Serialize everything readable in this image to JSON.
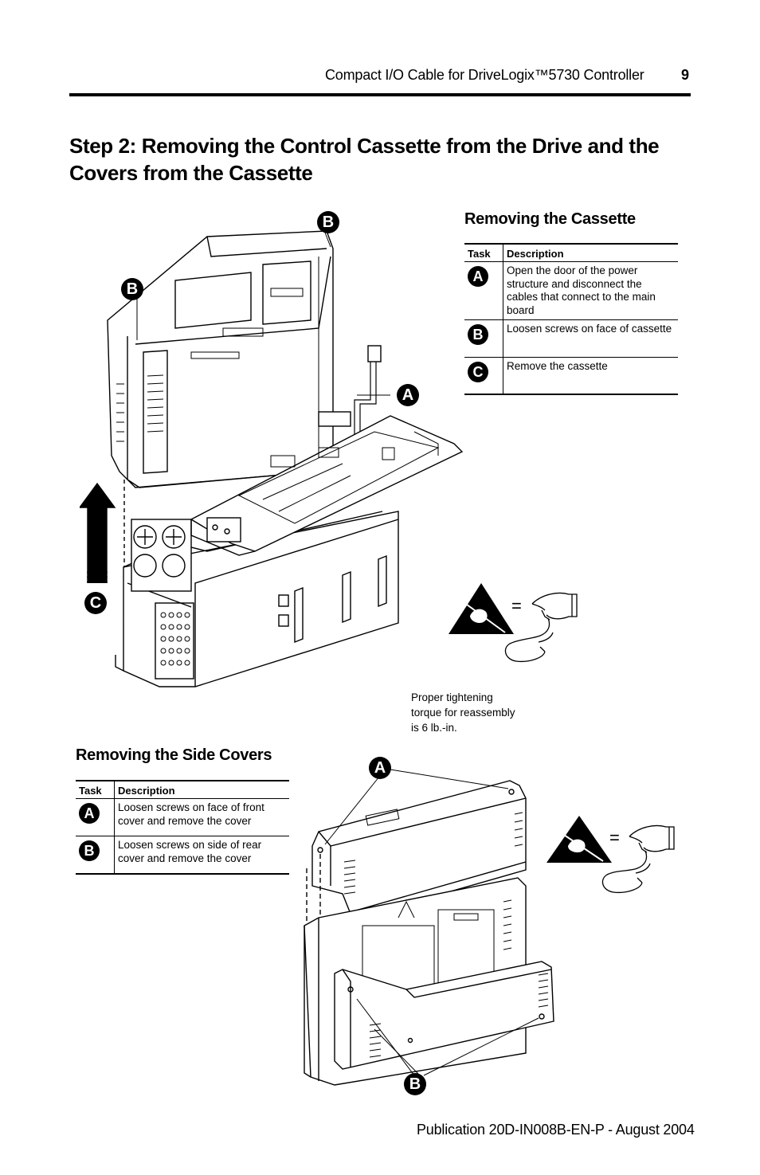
{
  "header": {
    "title": "Compact I/O Cable for DriveLogix™5730 Controller",
    "page_number": "9"
  },
  "step_title": "Step 2: Removing the Control Cassette from the Drive and the Covers from the Cassette",
  "cassette": {
    "title": "Removing the Cassette",
    "col_task": "Task",
    "col_description": "Description",
    "rows": [
      {
        "task": "A",
        "description": "Open the door of the power structure and disconnect the cables that connect to the main board"
      },
      {
        "task": "B",
        "description": "Loosen screws on face of cassette"
      },
      {
        "task": "C",
        "description": "Remove the cassette"
      }
    ]
  },
  "torque_note": {
    "line1": "Proper tightening",
    "line2": "torque for reassembly",
    "line3": "is 6 lb.-in."
  },
  "side_covers": {
    "title": "Removing the Side Covers",
    "col_task": "Task",
    "col_description": "Description",
    "rows": [
      {
        "task": "A",
        "description": "Loosen screws on face of front cover and remove the cover"
      },
      {
        "task": "B",
        "description": "Loosen screws on side of rear cover and remove the cover"
      }
    ]
  },
  "callouts": {
    "a": "A",
    "b": "B",
    "c": "C"
  },
  "esd_equals": "=",
  "footer": "Publication 20D-IN008B-EN-P - August 2004"
}
